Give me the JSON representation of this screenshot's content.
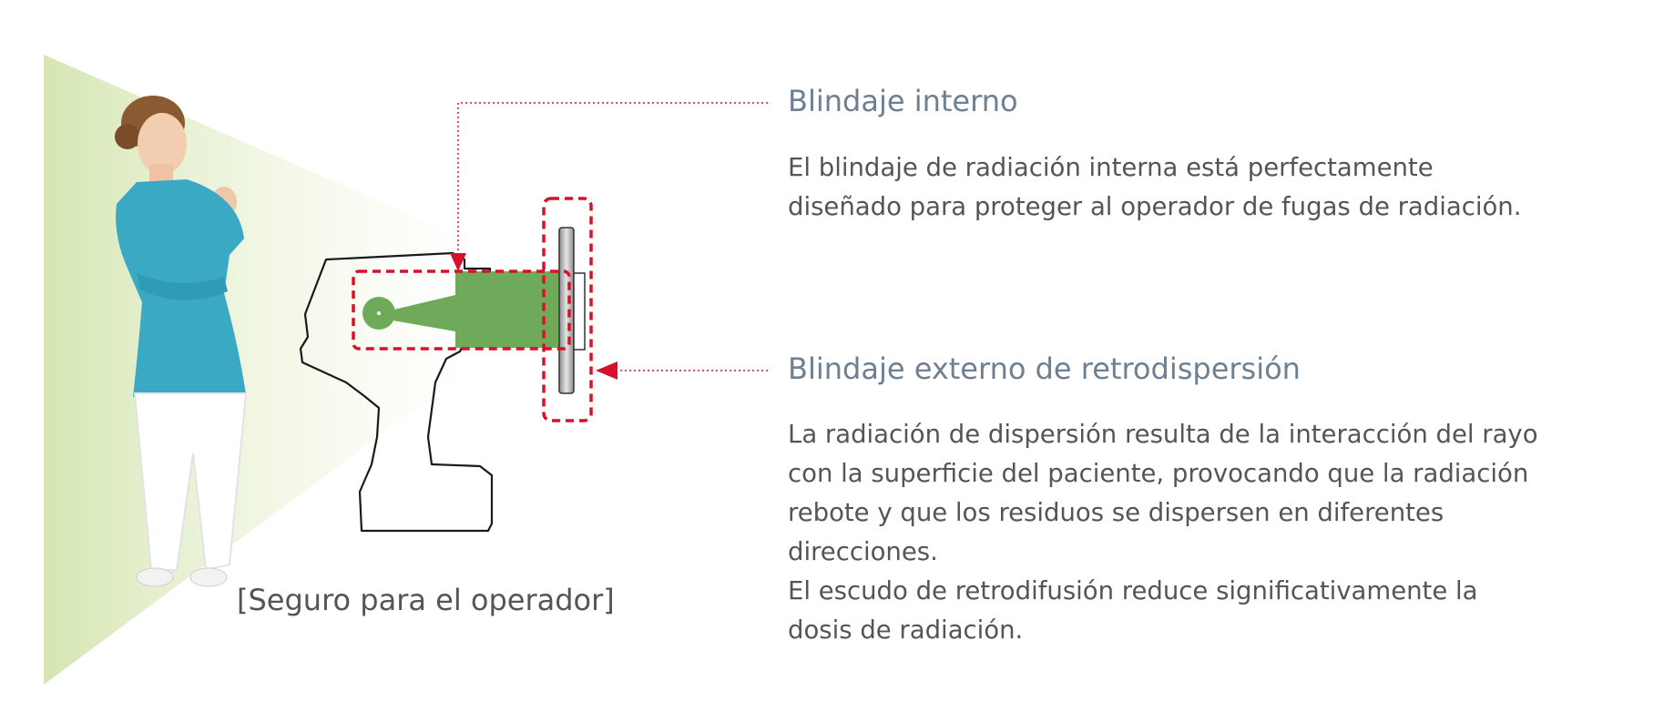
{
  "internal_shielding": {
    "title": "Blindaje interno",
    "lines": [
      "El blindaje de radiación interna está perfectamente",
      "diseñado para proteger al operador de fugas de radiación."
    ]
  },
  "external_shielding": {
    "title": "Blindaje externo de retrodispersión",
    "lines": [
      "La radiación de dispersión resulta de la interacción del rayo",
      "con la superficie del paciente, provocando que la radiación",
      "rebote y que los residuos se dispersen en diferentes",
      "direcciones.",
      "El escudo de retrodifusión reduce significativamente la",
      "dosis de radiación."
    ]
  },
  "caption": "[Seguro para el operador]",
  "colors": {
    "heading": "#6e7f92",
    "text": "#555555",
    "callout": "#d7112a",
    "beam": "#6faa5a",
    "safe_zone": "#dbe9bb",
    "uniform": "#3aa9c4"
  }
}
